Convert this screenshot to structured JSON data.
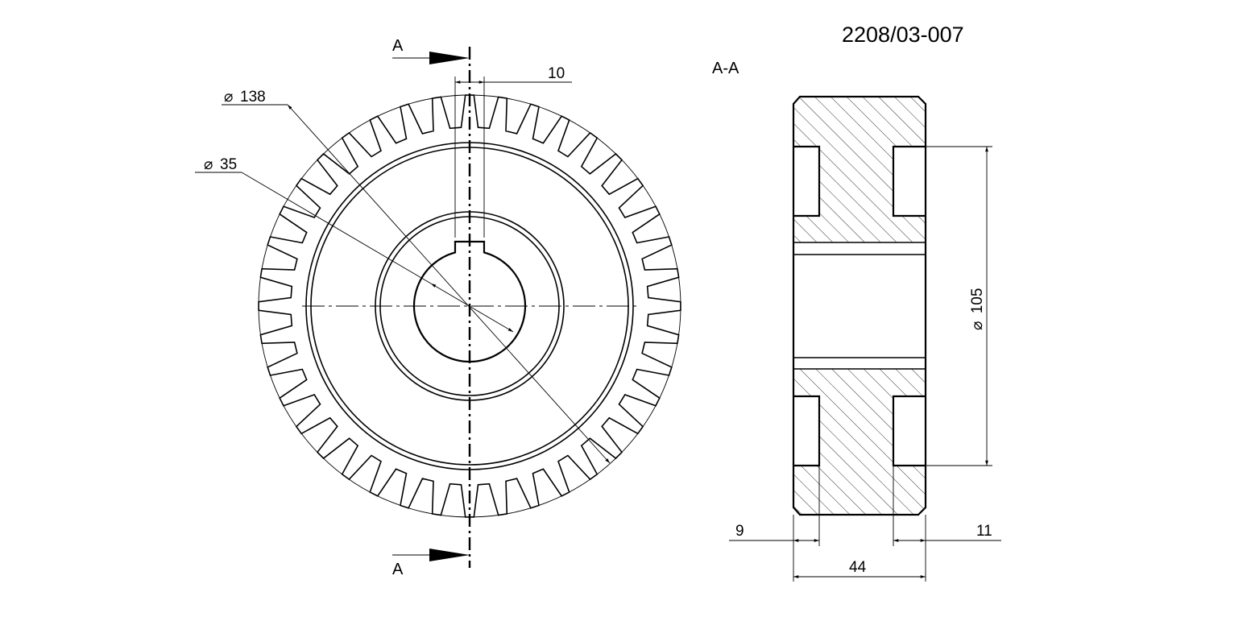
{
  "drawing": {
    "number": "2208/03-007",
    "section_title": "A-A",
    "section_marker_top": "A",
    "section_marker_bottom": "A",
    "teeth_count": 40
  },
  "dimensions": {
    "tip_diameter": "138",
    "bore_diameter": "35",
    "key_width": "10",
    "recess_diameter": "105",
    "face_width": "44",
    "left_recess_depth": "9",
    "right_recess_depth": "11"
  },
  "symbols": {
    "diameter": "⌀"
  }
}
